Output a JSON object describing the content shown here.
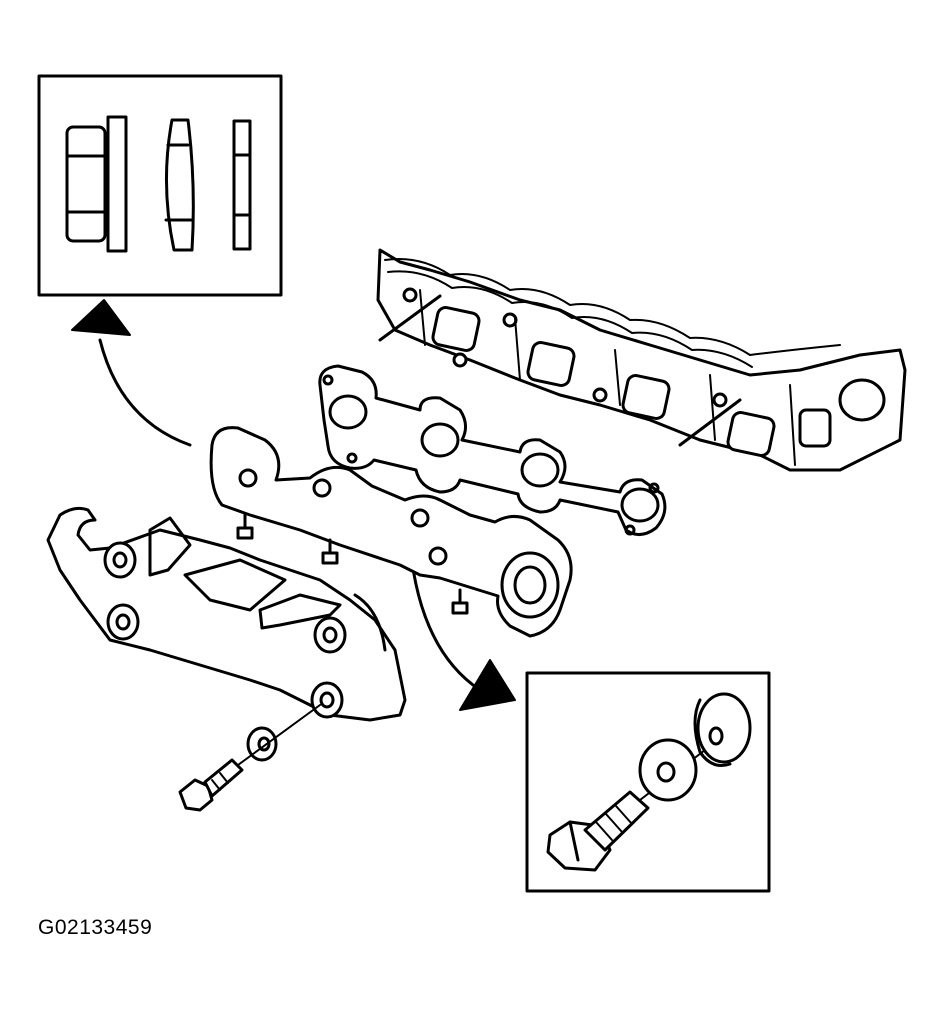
{
  "figure": {
    "id_label": "G02133459",
    "ink_color": "#000000",
    "paper_color": "#ffffff"
  },
  "parts": [
    "cylinder-head",
    "exhaust-manifold-gasket",
    "exhaust-manifold",
    "heat-shield",
    "heat-shield-bolt",
    "heat-shield-washer",
    "nut-detail-inset",
    "bolt-detail-inset"
  ]
}
